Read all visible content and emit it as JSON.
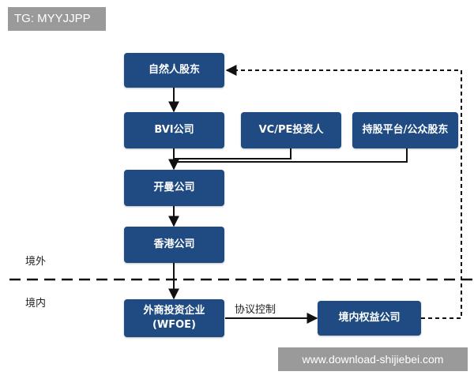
{
  "watermark_top": "TG: MYYJJPP",
  "watermark_bottom": "www.download-shijiebei.com",
  "regions": {
    "overseas": "境外",
    "domestic": "境内"
  },
  "nodes": {
    "natural_person": "自然人股东",
    "bvi": "BVI公司",
    "vcpe": "VC/PE投资人",
    "esop": "持股平台/公众股东",
    "kaiman": "开曼公司",
    "hongkong": "香港公司",
    "wfoe_line1": "外商投资企业",
    "wfoe_line2": "(WFOE)",
    "domestic_co": "境内权益公司"
  },
  "edge_labels": {
    "agreement": "协议控制"
  },
  "colors": {
    "node_fill": "#1f4b82",
    "line": "#111111"
  }
}
